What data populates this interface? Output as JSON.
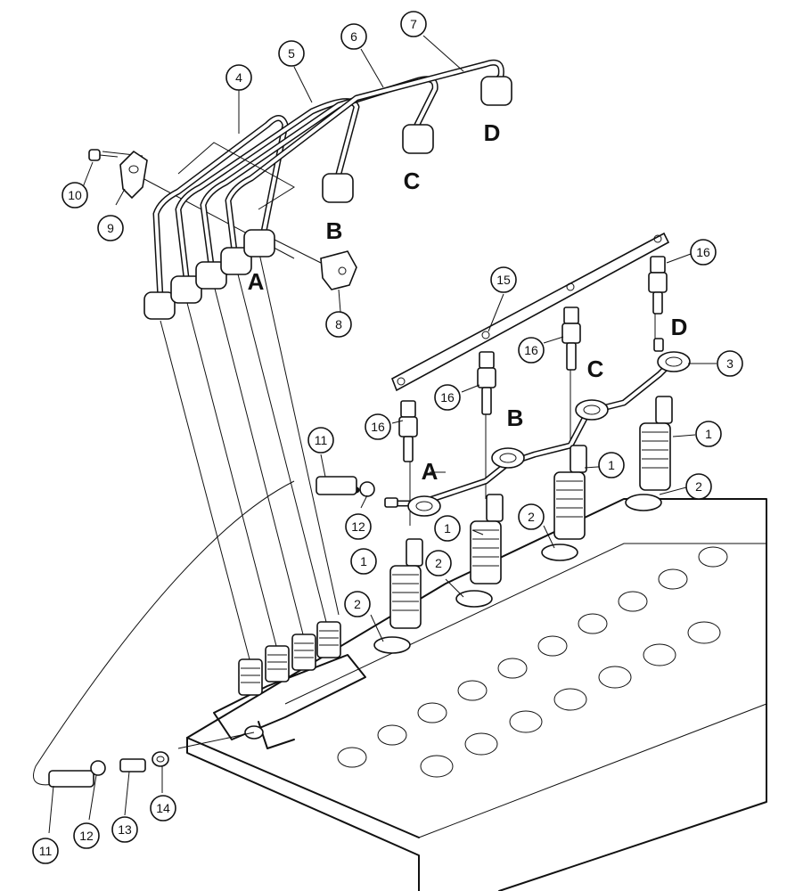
{
  "callouts": [
    {
      "id": "c1a",
      "label": "1"
    },
    {
      "id": "c1b",
      "label": "1"
    },
    {
      "id": "c1c",
      "label": "1"
    },
    {
      "id": "c1d",
      "label": "1"
    },
    {
      "id": "c2a",
      "label": "2"
    },
    {
      "id": "c2b",
      "label": "2"
    },
    {
      "id": "c2c",
      "label": "2"
    },
    {
      "id": "c2d",
      "label": "2"
    },
    {
      "id": "c3",
      "label": "3"
    },
    {
      "id": "c4",
      "label": "4"
    },
    {
      "id": "c5",
      "label": "5"
    },
    {
      "id": "c6",
      "label": "6"
    },
    {
      "id": "c7",
      "label": "7"
    },
    {
      "id": "c8",
      "label": "8"
    },
    {
      "id": "c9",
      "label": "9"
    },
    {
      "id": "c10",
      "label": "10"
    },
    {
      "id": "c11a",
      "label": "11"
    },
    {
      "id": "c11b",
      "label": "11"
    },
    {
      "id": "c12a",
      "label": "12"
    },
    {
      "id": "c12b",
      "label": "12"
    },
    {
      "id": "c13",
      "label": "13"
    },
    {
      "id": "c14",
      "label": "14"
    },
    {
      "id": "c15",
      "label": "15"
    },
    {
      "id": "c16a",
      "label": "16"
    },
    {
      "id": "c16b",
      "label": "16"
    },
    {
      "id": "c16c",
      "label": "16"
    },
    {
      "id": "c16d",
      "label": "16"
    }
  ],
  "letters": {
    "A": "A",
    "B": "B",
    "C": "C",
    "D": "D"
  }
}
